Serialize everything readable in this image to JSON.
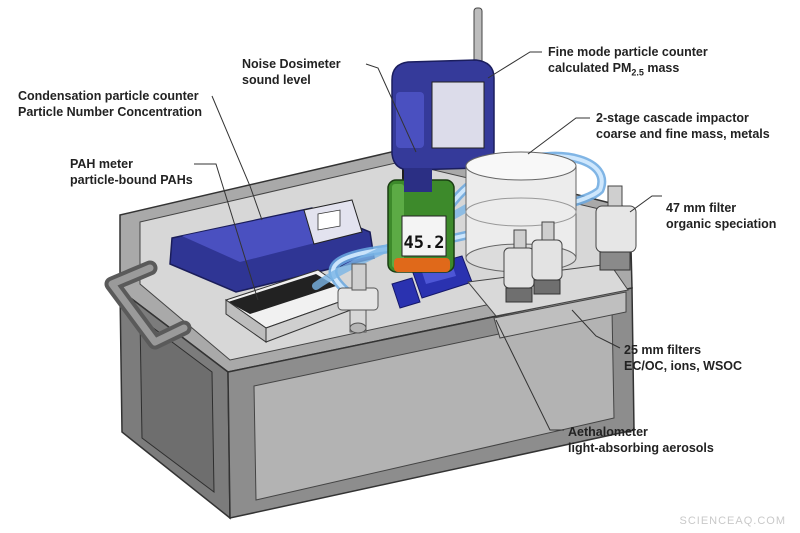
{
  "labels": {
    "noise": {
      "line1": "Noise Dosimeter",
      "line2": "sound level"
    },
    "fine": {
      "line1": "Fine mode particle counter",
      "line2_prefix": "calculated PM",
      "line2_sub": "2.5",
      "line2_suffix": " mass"
    },
    "cpc": {
      "line1": "Condensation particle counter",
      "line2": "Particle Number Concentration"
    },
    "impactor": {
      "line1": "2-stage cascade impactor",
      "line2": "coarse and fine mass, metals"
    },
    "pah": {
      "line1": "PAH meter",
      "line2": "particle-bound PAHs"
    },
    "filter47": {
      "line1": "47 mm filter",
      "line2": "organic speciation"
    },
    "filter25": {
      "line1": "25 mm filters",
      "line2": "EC/OC, ions, WSOC"
    },
    "aeth": {
      "line1": "Aethalometer",
      "line2": "light-absorbing aerosols"
    }
  },
  "dosimeter_display": "45.2",
  "watermark": "SCIENCEAQ.COM",
  "colors": {
    "box": "#8c8c8c",
    "instrument_blue": "#3a3fa8",
    "dosimeter_green": "#3f8a2c",
    "tubing": "#8fc3ef"
  }
}
